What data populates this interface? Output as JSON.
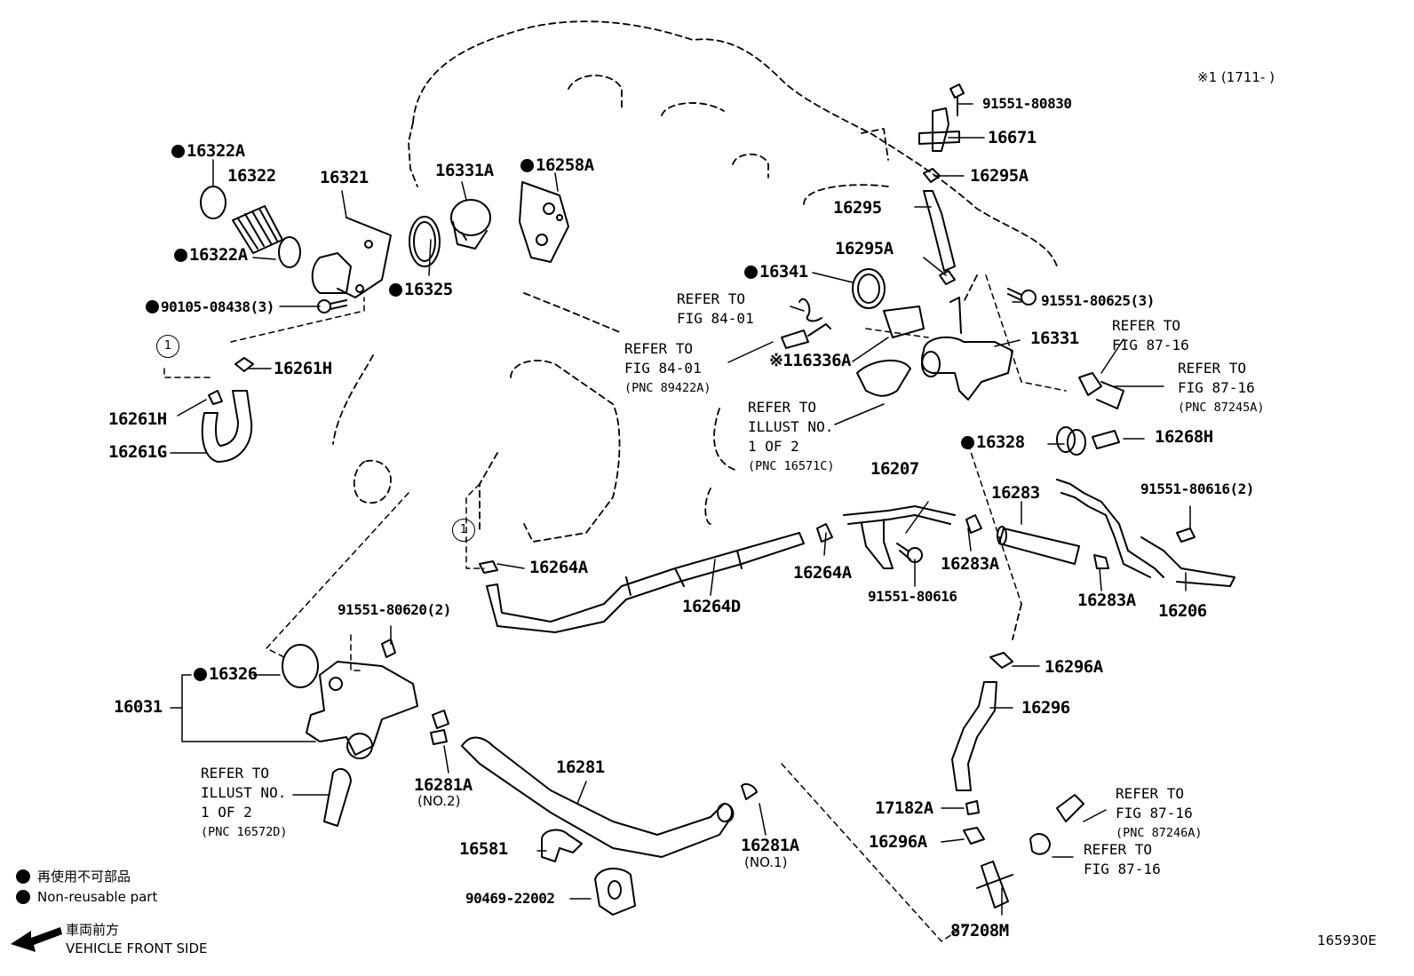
{
  "note": {
    "marker": "※1",
    "range": "(1711-      )"
  },
  "diagram_code": "165930E",
  "legend": {
    "non_reusable_jp": "再使用不可部品",
    "non_reusable_en": "Non-reusable part",
    "front_jp": "車両前方",
    "front_en": "VEHICLE FRONT SIDE"
  },
  "circle_ref": "1",
  "parts": {
    "p16322A_top": "16322A",
    "p16322": "16322",
    "p16321": "16321",
    "p16331A": "16331A",
    "p16258A": "16258A",
    "p16322A_low": "16322A",
    "p16325": "16325",
    "p90105": "90105-08438(3)",
    "p16261H_up": "16261H",
    "p16261H_low": "16261H",
    "p16261G": "16261G",
    "p16341": "16341",
    "p16336A": "※116336A",
    "p91551_80830": "91551-80830",
    "p16671": "16671",
    "p16295A_top": "16295A",
    "p16295": "16295",
    "p16295A_low": "16295A",
    "p91551_80625": "91551-80625(3)",
    "p16331": "16331",
    "p16328": "16328",
    "p16268H": "16268H",
    "p16207": "16207",
    "p16283": "16283",
    "p91551_80616_2": "91551-80616(2)",
    "p16264A_left": "16264A",
    "p16264D": "16264D",
    "p16264A_mid": "16264A",
    "p91551_80616": "91551-80616",
    "p16283A_mid": "16283A",
    "p16283A_right": "16283A",
    "p16206": "16206",
    "p91551_80620": "91551-80620(2)",
    "p16326": "16326",
    "p16031": "16031",
    "p16296A_up": "16296A",
    "p16296": "16296",
    "p16281": "16281",
    "p16281A_left": "16281A",
    "p16281A_left_sub": "(NO.2)",
    "p16581": "16581",
    "p90469": "90469-22002",
    "p16281A_right": "16281A",
    "p16281A_right_sub": "(NO.1)",
    "p17182A": "17182A",
    "p16296A_low": "16296A",
    "p87208M": "87208M"
  },
  "refs": {
    "r1": {
      "l1": "REFER TO",
      "l2": "FIG 84-01"
    },
    "r2": {
      "l1": "REFER TO",
      "l2": "FIG 84-01",
      "l3": "(PNC 89422A)"
    },
    "r3": {
      "l1": "REFER TO",
      "l2": "ILLUST NO.",
      "l3": "1 OF 2",
      "l4": "(PNC 16571C)"
    },
    "r4": {
      "l1": "REFER TO",
      "l2": "FIG 87-16"
    },
    "r5": {
      "l1": "REFER TO",
      "l2": "FIG 87-16",
      "l3": "(PNC 87245A)"
    },
    "r6": {
      "l1": "REFER TO",
      "l2": "ILLUST NO.",
      "l3": "1 OF 2",
      "l4": "(PNC 16572D)"
    },
    "r7": {
      "l1": "REFER TO",
      "l2": "FIG 87-16",
      "l3": "(PNC 87246A)"
    },
    "r8": {
      "l1": "REFER TO",
      "l2": "FIG 87-16"
    }
  }
}
